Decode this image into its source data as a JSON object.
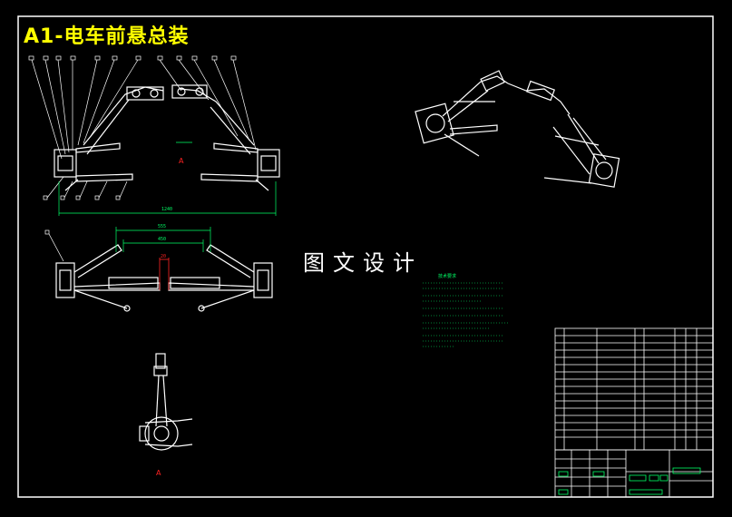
{
  "drawing": {
    "title": "A1-电车前悬总装",
    "watermark": "图文设计",
    "view_marker": "A",
    "section_marker": "A",
    "dimensions": {
      "overall_width": "1240",
      "upper_span": "555",
      "lower_span": "450",
      "center_gap": "20"
    },
    "tech_requirements_title": "技术要求"
  },
  "colors": {
    "background": "#000000",
    "border": "#ffffff",
    "title": "#ffff00",
    "dimension": "#00ff66",
    "marker": "#ff2222",
    "lines": "#ffffff"
  }
}
